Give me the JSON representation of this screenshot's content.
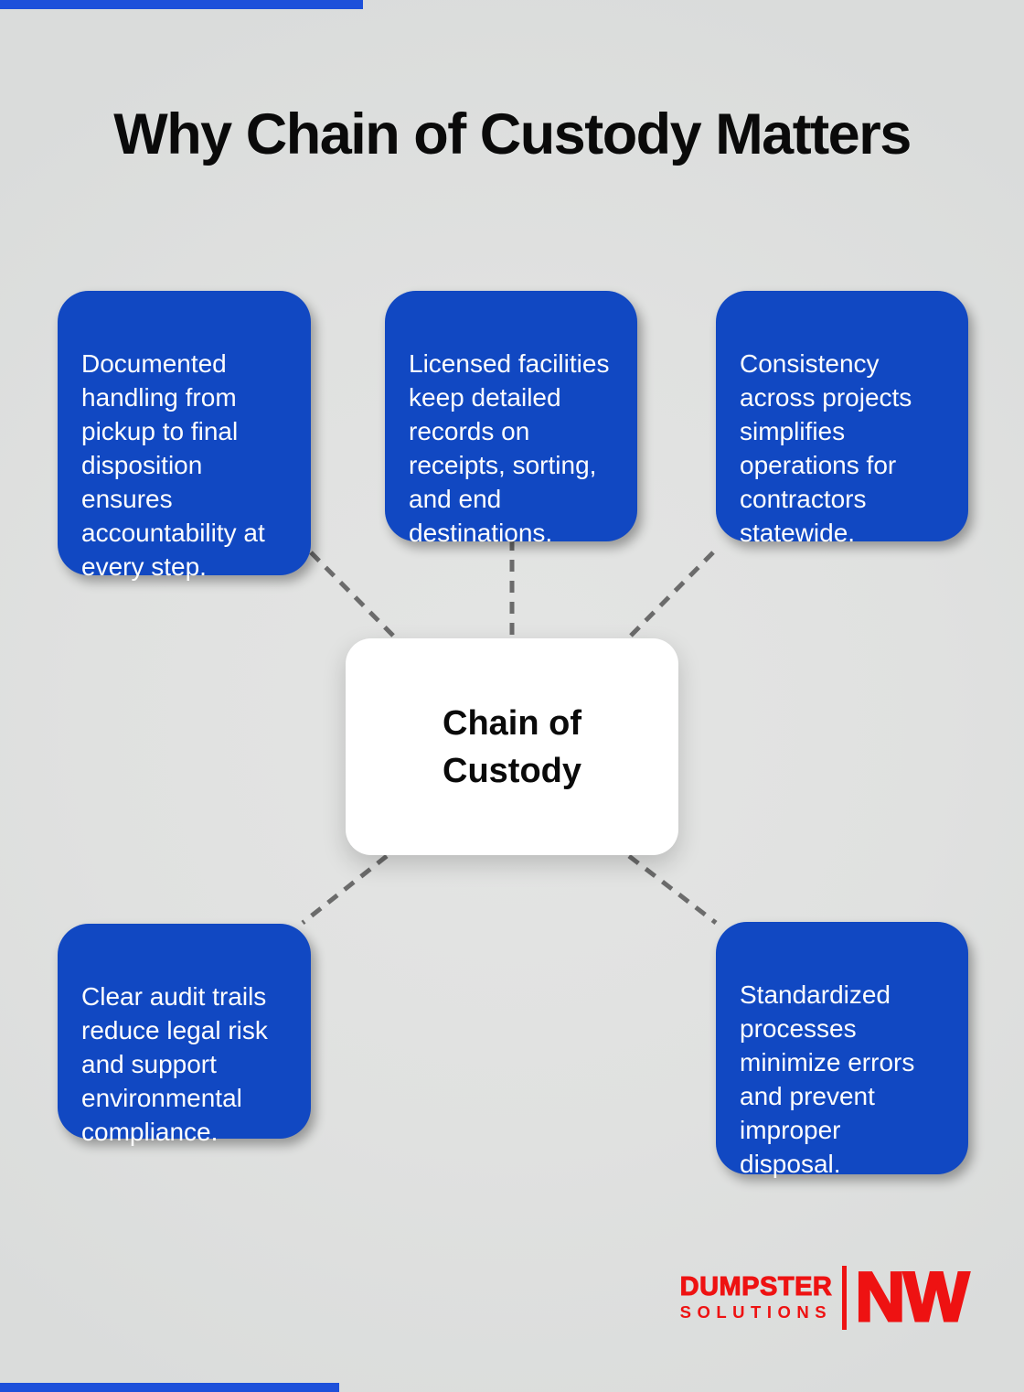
{
  "page": {
    "title": "Why Chain of Custody Matters",
    "background_color": "#e0e1e0",
    "card_color": "#1148c2",
    "accent_bar_color": "#1d50da",
    "connector_color": "#6b6b6b"
  },
  "center": {
    "label": "Chain of\nCustody"
  },
  "cards": [
    {
      "id": "documented-handling",
      "text": "Documented\nhandling from\npickup to final\ndisposition\nensures\naccountability at\nevery step."
    },
    {
      "id": "licensed-facilities",
      "text": "Licensed facilities\nkeep detailed\nrecords on\nreceipts, sorting,\nand end\ndestinations."
    },
    {
      "id": "consistency-projects",
      "text": "Consistency\nacross projects\nsimplifies\noperations for\ncontractors\nstatewide."
    },
    {
      "id": "audit-trails",
      "text": "Clear audit trails\nreduce legal risk\nand support\nenvironmental\ncompliance."
    },
    {
      "id": "standardized-processes",
      "text": "Standardized\nprocesses\nminimize errors\nand prevent\nimproper\ndisposal."
    }
  ],
  "logo": {
    "line1": "DUMPSTER",
    "line2": "SOLUTIONS",
    "mark": "NW",
    "color": "#ee1212"
  }
}
